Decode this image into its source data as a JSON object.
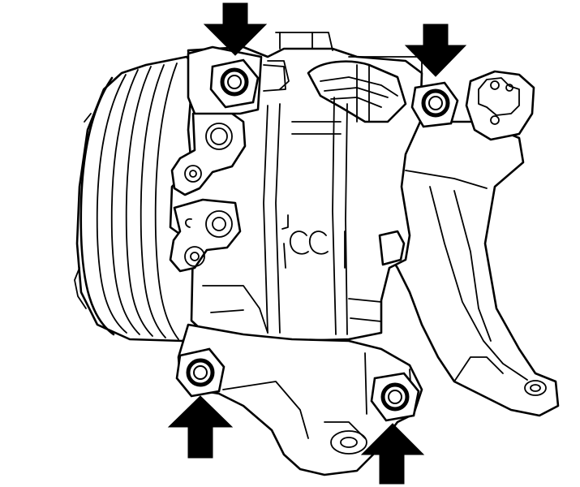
{
  "figure": {
    "kind": "line-art",
    "subject_icon": "ac-compressor-icon",
    "mounting_bolts": [
      {
        "id": "bolt-top-left"
      },
      {
        "id": "bolt-top-right"
      },
      {
        "id": "bolt-bottom-left"
      },
      {
        "id": "bolt-bottom-right"
      }
    ],
    "arrows": [
      {
        "id": "arrow-top-left",
        "direction": "down",
        "target": "bolt-top-left"
      },
      {
        "id": "arrow-top-right",
        "direction": "down",
        "target": "bolt-top-right"
      },
      {
        "id": "arrow-bottom-left",
        "direction": "up",
        "target": "bolt-bottom-left"
      },
      {
        "id": "arrow-bottom-right",
        "direction": "up",
        "target": "bolt-bottom-right"
      }
    ],
    "colors": {
      "line": "#000000",
      "background": "#ffffff"
    }
  }
}
